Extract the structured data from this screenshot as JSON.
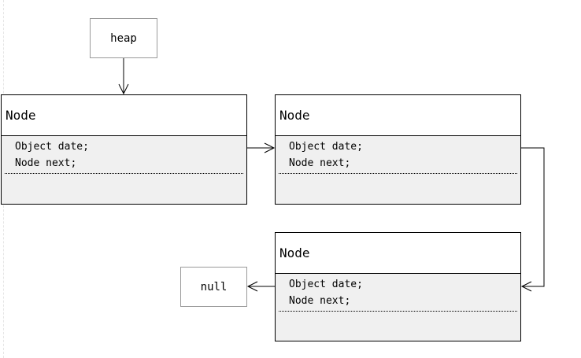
{
  "heap_label": "heap",
  "null_label": "null",
  "nodes": [
    {
      "title": "Node",
      "fields": [
        "Object date;",
        "Node next;"
      ]
    },
    {
      "title": "Node",
      "fields": [
        "Object date;",
        "Node next;"
      ]
    },
    {
      "title": "Node",
      "fields": [
        "Object date;",
        "Node next;"
      ]
    }
  ]
}
